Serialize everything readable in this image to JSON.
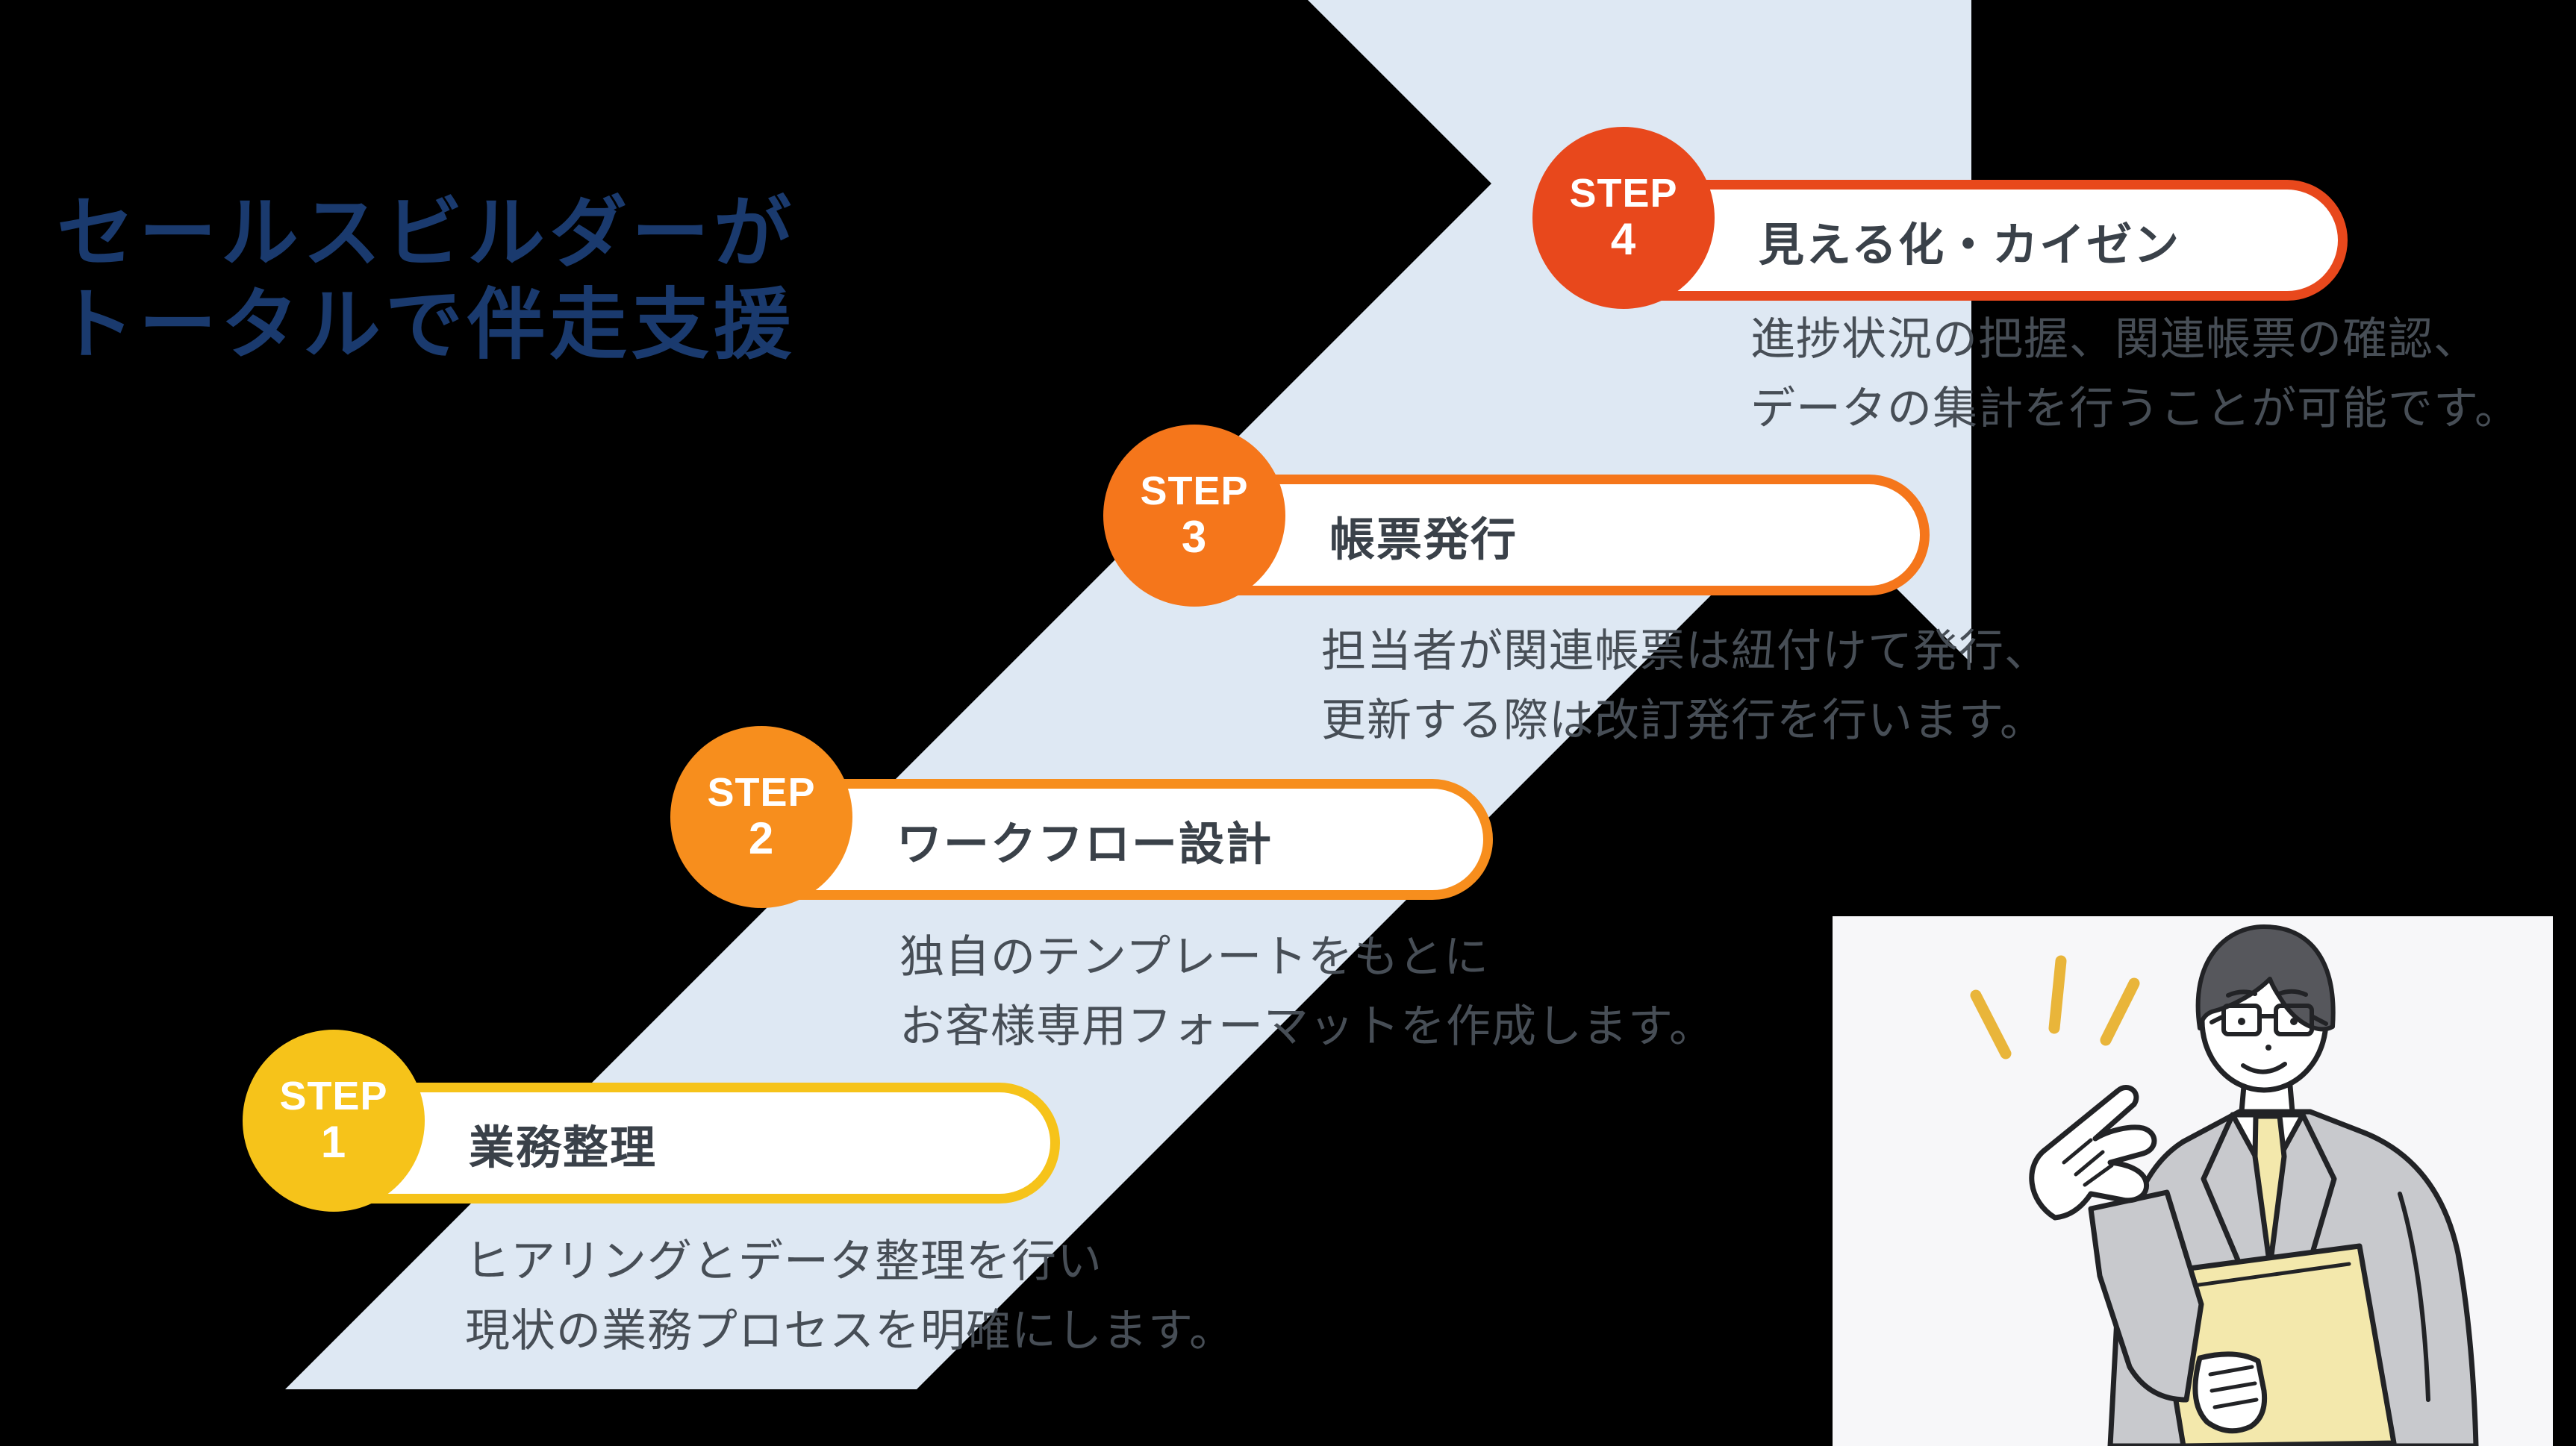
{
  "theme": {
    "page_bg": "#000000",
    "arrow_fill": "#dee8f3",
    "title_color": "#1a3a6e",
    "label_color": "#3a4149",
    "desc_color": "#474e56",
    "badge_text_color": "#ffffff",
    "pill_fill": "#ffffff",
    "illu_bg": "#f7f7f9",
    "suit_gray": "#c8c9cd",
    "hair_gray": "#56575c",
    "accent_yellow": "#f3e8ac",
    "sparkle_yellow": "#e9b53a",
    "outline": "#222326"
  },
  "title": {
    "line1": "セールスビルダーが",
    "line2": "トータルで伴走支援"
  },
  "steps": [
    {
      "badge_word": "STEP",
      "badge_num": "1",
      "label": "業務整理",
      "desc1": "ヒアリングとデータ整理を行い",
      "desc2": "現状の業務プロセスを明確にします。",
      "color": "#f6c31a"
    },
    {
      "badge_word": "STEP",
      "badge_num": "2",
      "label": "ワークフロー設計",
      "desc1": "独自のテンプレートをもとに",
      "desc2": "お客様専用フォーマットを作成します。",
      "color": "#f78e1d"
    },
    {
      "badge_word": "STEP",
      "badge_num": "3",
      "label": "帳票発行",
      "desc1": "担当者が関連帳票は紐付けて発行、",
      "desc2": "更新する際は改訂発行を行います。",
      "color": "#f5761b"
    },
    {
      "badge_word": "STEP",
      "badge_num": "4",
      "label": "見える化・カイゼン",
      "desc1": "進捗状況の把握、関連帳票の確認、",
      "desc2": "データの集計を行うことが可能です。",
      "color": "#e8481c"
    }
  ],
  "illustration": {
    "name": "businessman-presenting-illustration"
  }
}
